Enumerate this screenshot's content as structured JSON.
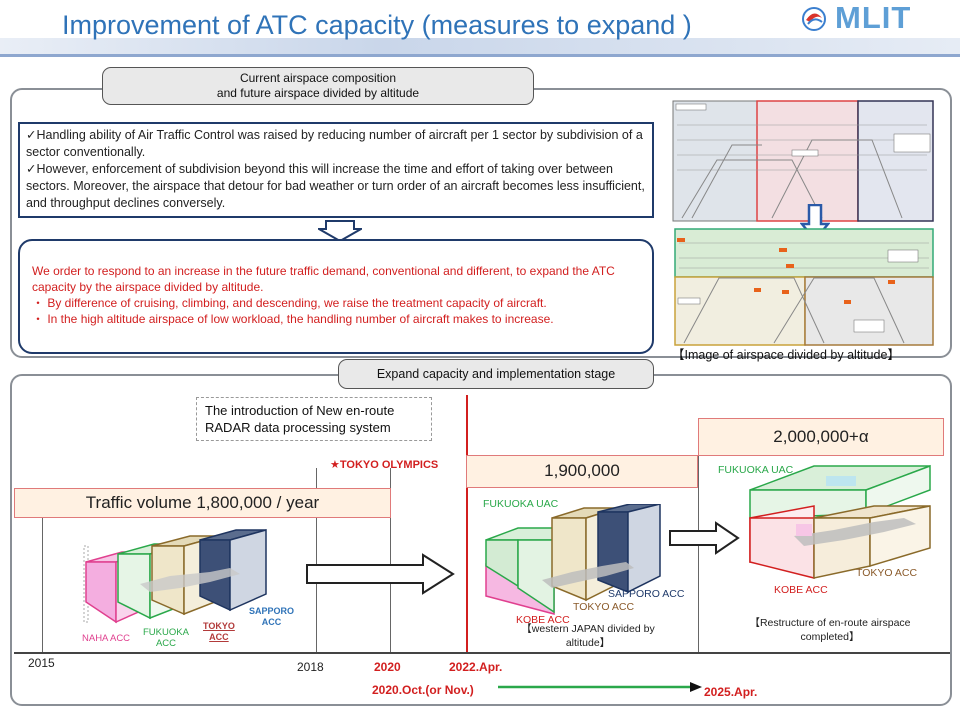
{
  "header": {
    "title": "Improvement of ATC capacity (measures to expand )",
    "logo": "MLIT",
    "brand_color": "#2f73b8"
  },
  "top_section": {
    "tab_line1": "Current  airspace composition",
    "tab_line2": "and future airspace divided by altitude",
    "note_line1": "✓Handling ability of Air Traffic Control was raised by reducing number of aircraft per 1 sector by subdivision of a sector conventionally.",
    "note_line2": "✓However, enforcement of subdivision beyond this will increase the time and effort of taking over between sectors. Moreover, the airspace that detour for bad weather or turn order of an aircraft becomes less insufficient, and throughput declines conversely.",
    "order_line1": "We order to respond to an increase in the future traffic demand, conventional and different, to expand the ATC capacity by the airspace divided by altitude.",
    "order_line2": "・ By difference of cruising, climbing, and descending, we raise the treatment capacity of aircraft.",
    "order_line3": "・ In the high altitude airspace of low workload, the handling number of aircraft makes to increase.",
    "image_caption": "【Image of airspace divided by altitude】"
  },
  "bottom_section": {
    "tab": "Expand capacity and implementation stage",
    "intro_box": "The introduction of New en-route RADAR data processing system",
    "olympics": "★TOKYO OLYMPICS",
    "volume_current": "Traffic volume 1,800,000 / year",
    "volume_mid": "1,900,000",
    "volume_future": "2,000,000+α",
    "stage1": {
      "naha": "NAHA ACC",
      "fukuoka_line1": "FUKUOKA",
      "fukuoka_line2": "ACC",
      "tokyo_line1": "TOKYO",
      "tokyo_line2": "ACC",
      "sapporo_line1": "SAPPORO",
      "sapporo_line2": "ACC"
    },
    "stage2": {
      "fukuoka_uac": "FUKUOKA UAC",
      "sapporo": "SAPPORO ACC",
      "tokyo": "TOKYO ACC",
      "kobe": "KOBE ACC",
      "caption": "【western JAPAN divided by altitude】"
    },
    "stage3": {
      "fukuoka_uac": "FUKUOKA UAC",
      "kobe": "KOBE ACC",
      "tokyo": "TOKYO ACC",
      "caption": "【Restructure  of en-route airspace completed】"
    },
    "years": {
      "y2015": "2015",
      "y2018": "2018",
      "y2020": "2020",
      "y2022": "2022.Apr.",
      "y2020oct": "2020.Oct.(or Nov.)",
      "y2025": "2025.Apr."
    }
  }
}
